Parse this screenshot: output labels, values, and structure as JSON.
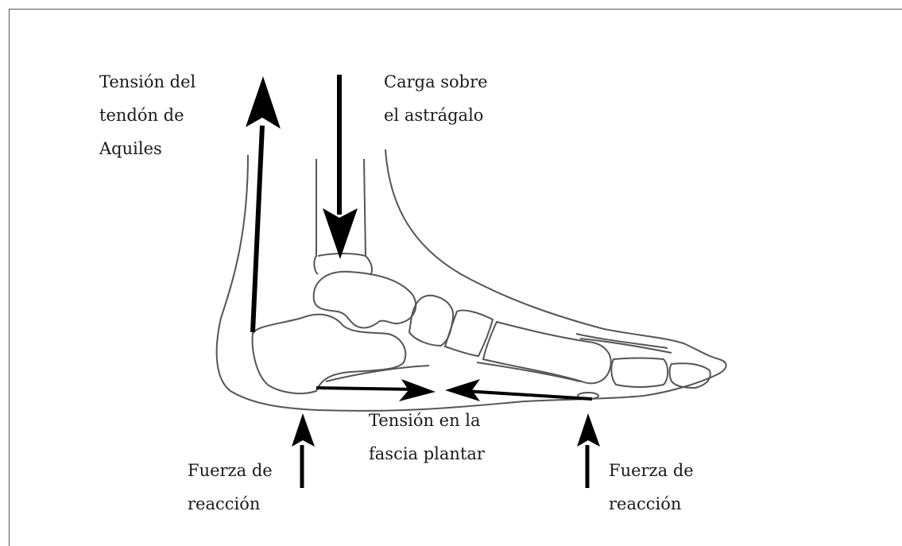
{
  "labels": {
    "achilles": {
      "line1": "Tensión del",
      "line2": "tendón de",
      "line3": "Aquiles"
    },
    "talus": {
      "line1": "Carga sobre",
      "line2": "el astrágalo"
    },
    "fascia": {
      "line1": "Tensión en la",
      "line2": "fascia plantar"
    },
    "reaction_left": {
      "line1": "Fuerza de",
      "line2": "reacción"
    },
    "reaction_right": {
      "line1": "Fuerza de",
      "line2": "reacción"
    }
  },
  "colors": {
    "outline": "#555555",
    "arrow": "#000000",
    "text": "#1a1a1a"
  }
}
